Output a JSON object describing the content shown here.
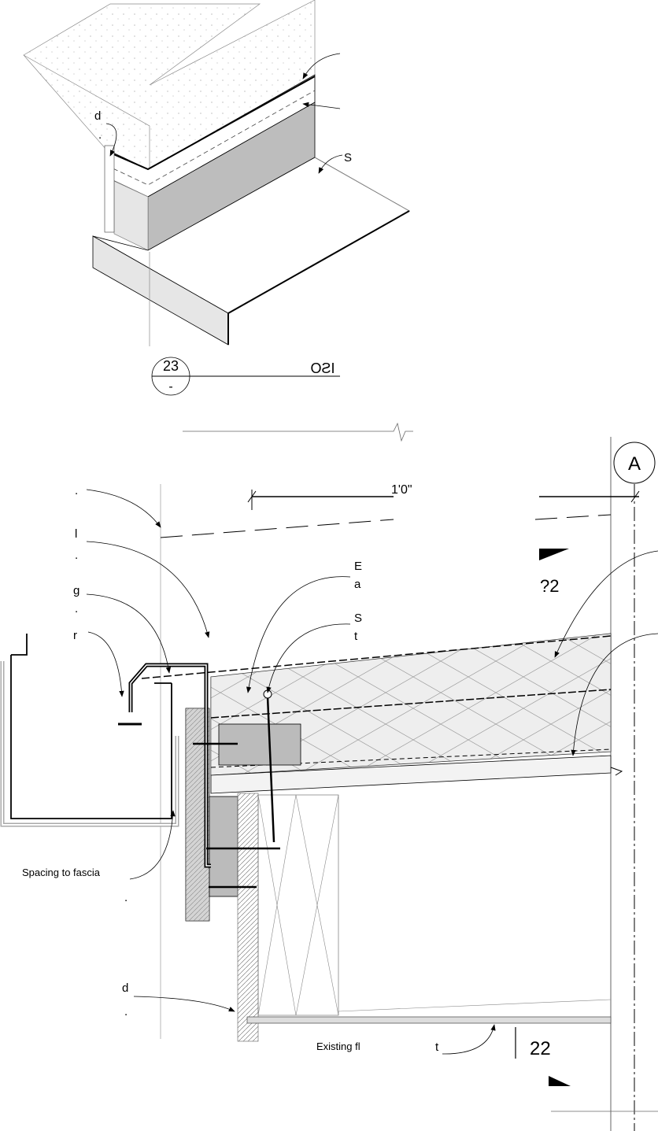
{
  "iso_view": {
    "detail_number": "23",
    "sheet_ref": "-",
    "title": "ISO",
    "label_fragments": [
      "d",
      ".",
      "S"
    ]
  },
  "section_view": {
    "grid_bubble": "A",
    "dimension": "1'0\"",
    "labels": {
      "left_fragments": [
        ".",
        "l",
        ".",
        "g",
        ".",
        "r"
      ],
      "top_middle_1": "E",
      "top_middle_2": "a",
      "top_middle_3": "S",
      "top_middle_4": "t",
      "top_right": "?2",
      "spacer": "Spacing to fascia",
      "left_lower_1": ".",
      "left_lower_2": "d",
      "left_lower_3": ".",
      "existing": "Existing fl",
      "existing_tail": "t",
      "section_ref": "22"
    }
  }
}
